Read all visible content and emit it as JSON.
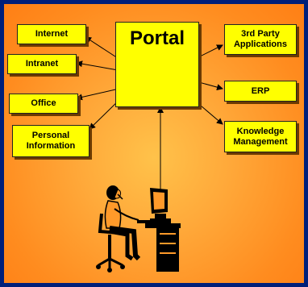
{
  "portal": {
    "title": "Portal"
  },
  "left_boxes": [
    {
      "label": "Internet"
    },
    {
      "label": "Intranet"
    },
    {
      "label": "Office"
    },
    {
      "label": "Personal Information"
    }
  ],
  "right_boxes": [
    {
      "label": "3rd Party Applications"
    },
    {
      "label": "ERP"
    },
    {
      "label": "Knowledge Management"
    }
  ],
  "colors": {
    "frame": "#001f7a",
    "background": "#ff8c1f",
    "box": "#ffff00"
  },
  "icons": [
    "person-at-computer-icon"
  ]
}
